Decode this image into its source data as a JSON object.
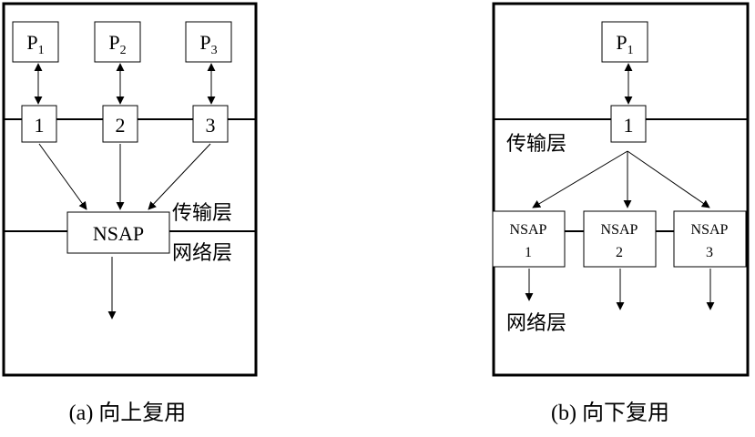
{
  "left": {
    "caption": "(a) 向上复用",
    "processes": [
      {
        "base": "P",
        "sub": "1"
      },
      {
        "base": "P",
        "sub": "2"
      },
      {
        "base": "P",
        "sub": "3"
      }
    ],
    "ports": [
      "1",
      "2",
      "3"
    ],
    "nsap": "NSAP",
    "transport_label": "传输层",
    "network_label": "网络层"
  },
  "right": {
    "caption": "(b) 向下复用",
    "process": {
      "base": "P",
      "sub": "1"
    },
    "port": "1",
    "transport_label": "传输层",
    "network_label": "网络层",
    "nsaps": [
      {
        "name": "NSAP",
        "num": "1"
      },
      {
        "name": "NSAP",
        "num": "2"
      },
      {
        "name": "NSAP",
        "num": "3"
      }
    ]
  }
}
